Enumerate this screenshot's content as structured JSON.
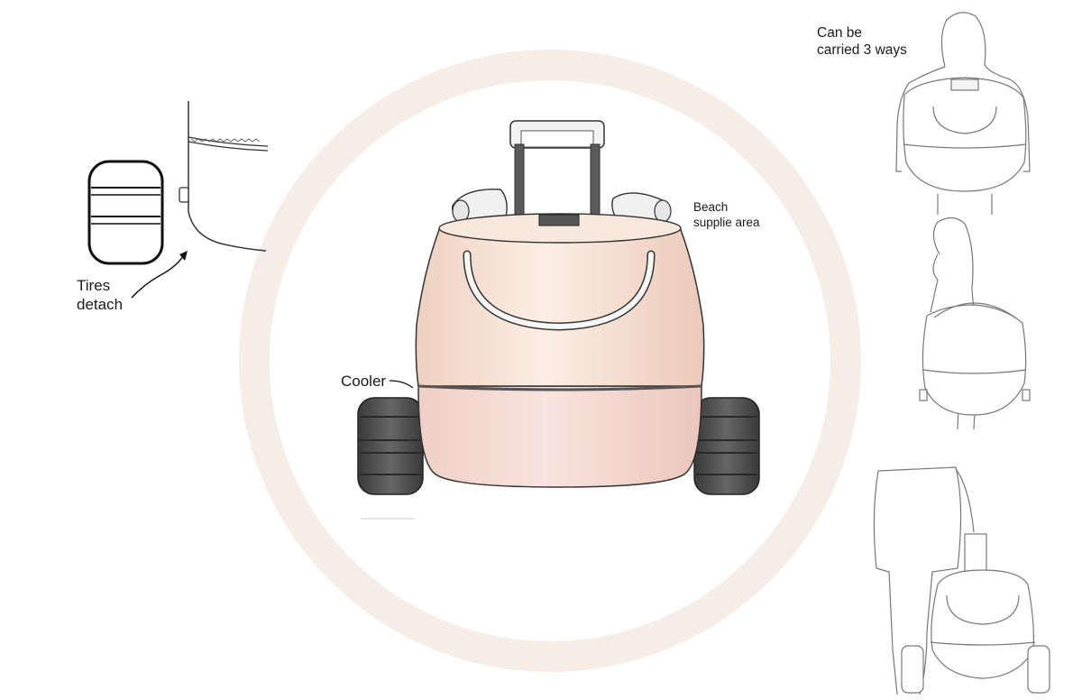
{
  "annotations": {
    "tires_detach": {
      "line1": "Tires",
      "line2": "detach"
    },
    "cooler": "Cooler",
    "beach_supplies": {
      "line1": "Beach",
      "line2": "supplie area"
    },
    "carry_ways": {
      "line1": "Can be",
      "line2": "carried 3 ways"
    }
  },
  "colors": {
    "body_top": "#f5e1d4",
    "body_bottom": "#f3d6cf",
    "wheel": "#4d4d4d",
    "halo": "#f4ebe3",
    "outline": "#333333",
    "sketch": "#444444"
  }
}
